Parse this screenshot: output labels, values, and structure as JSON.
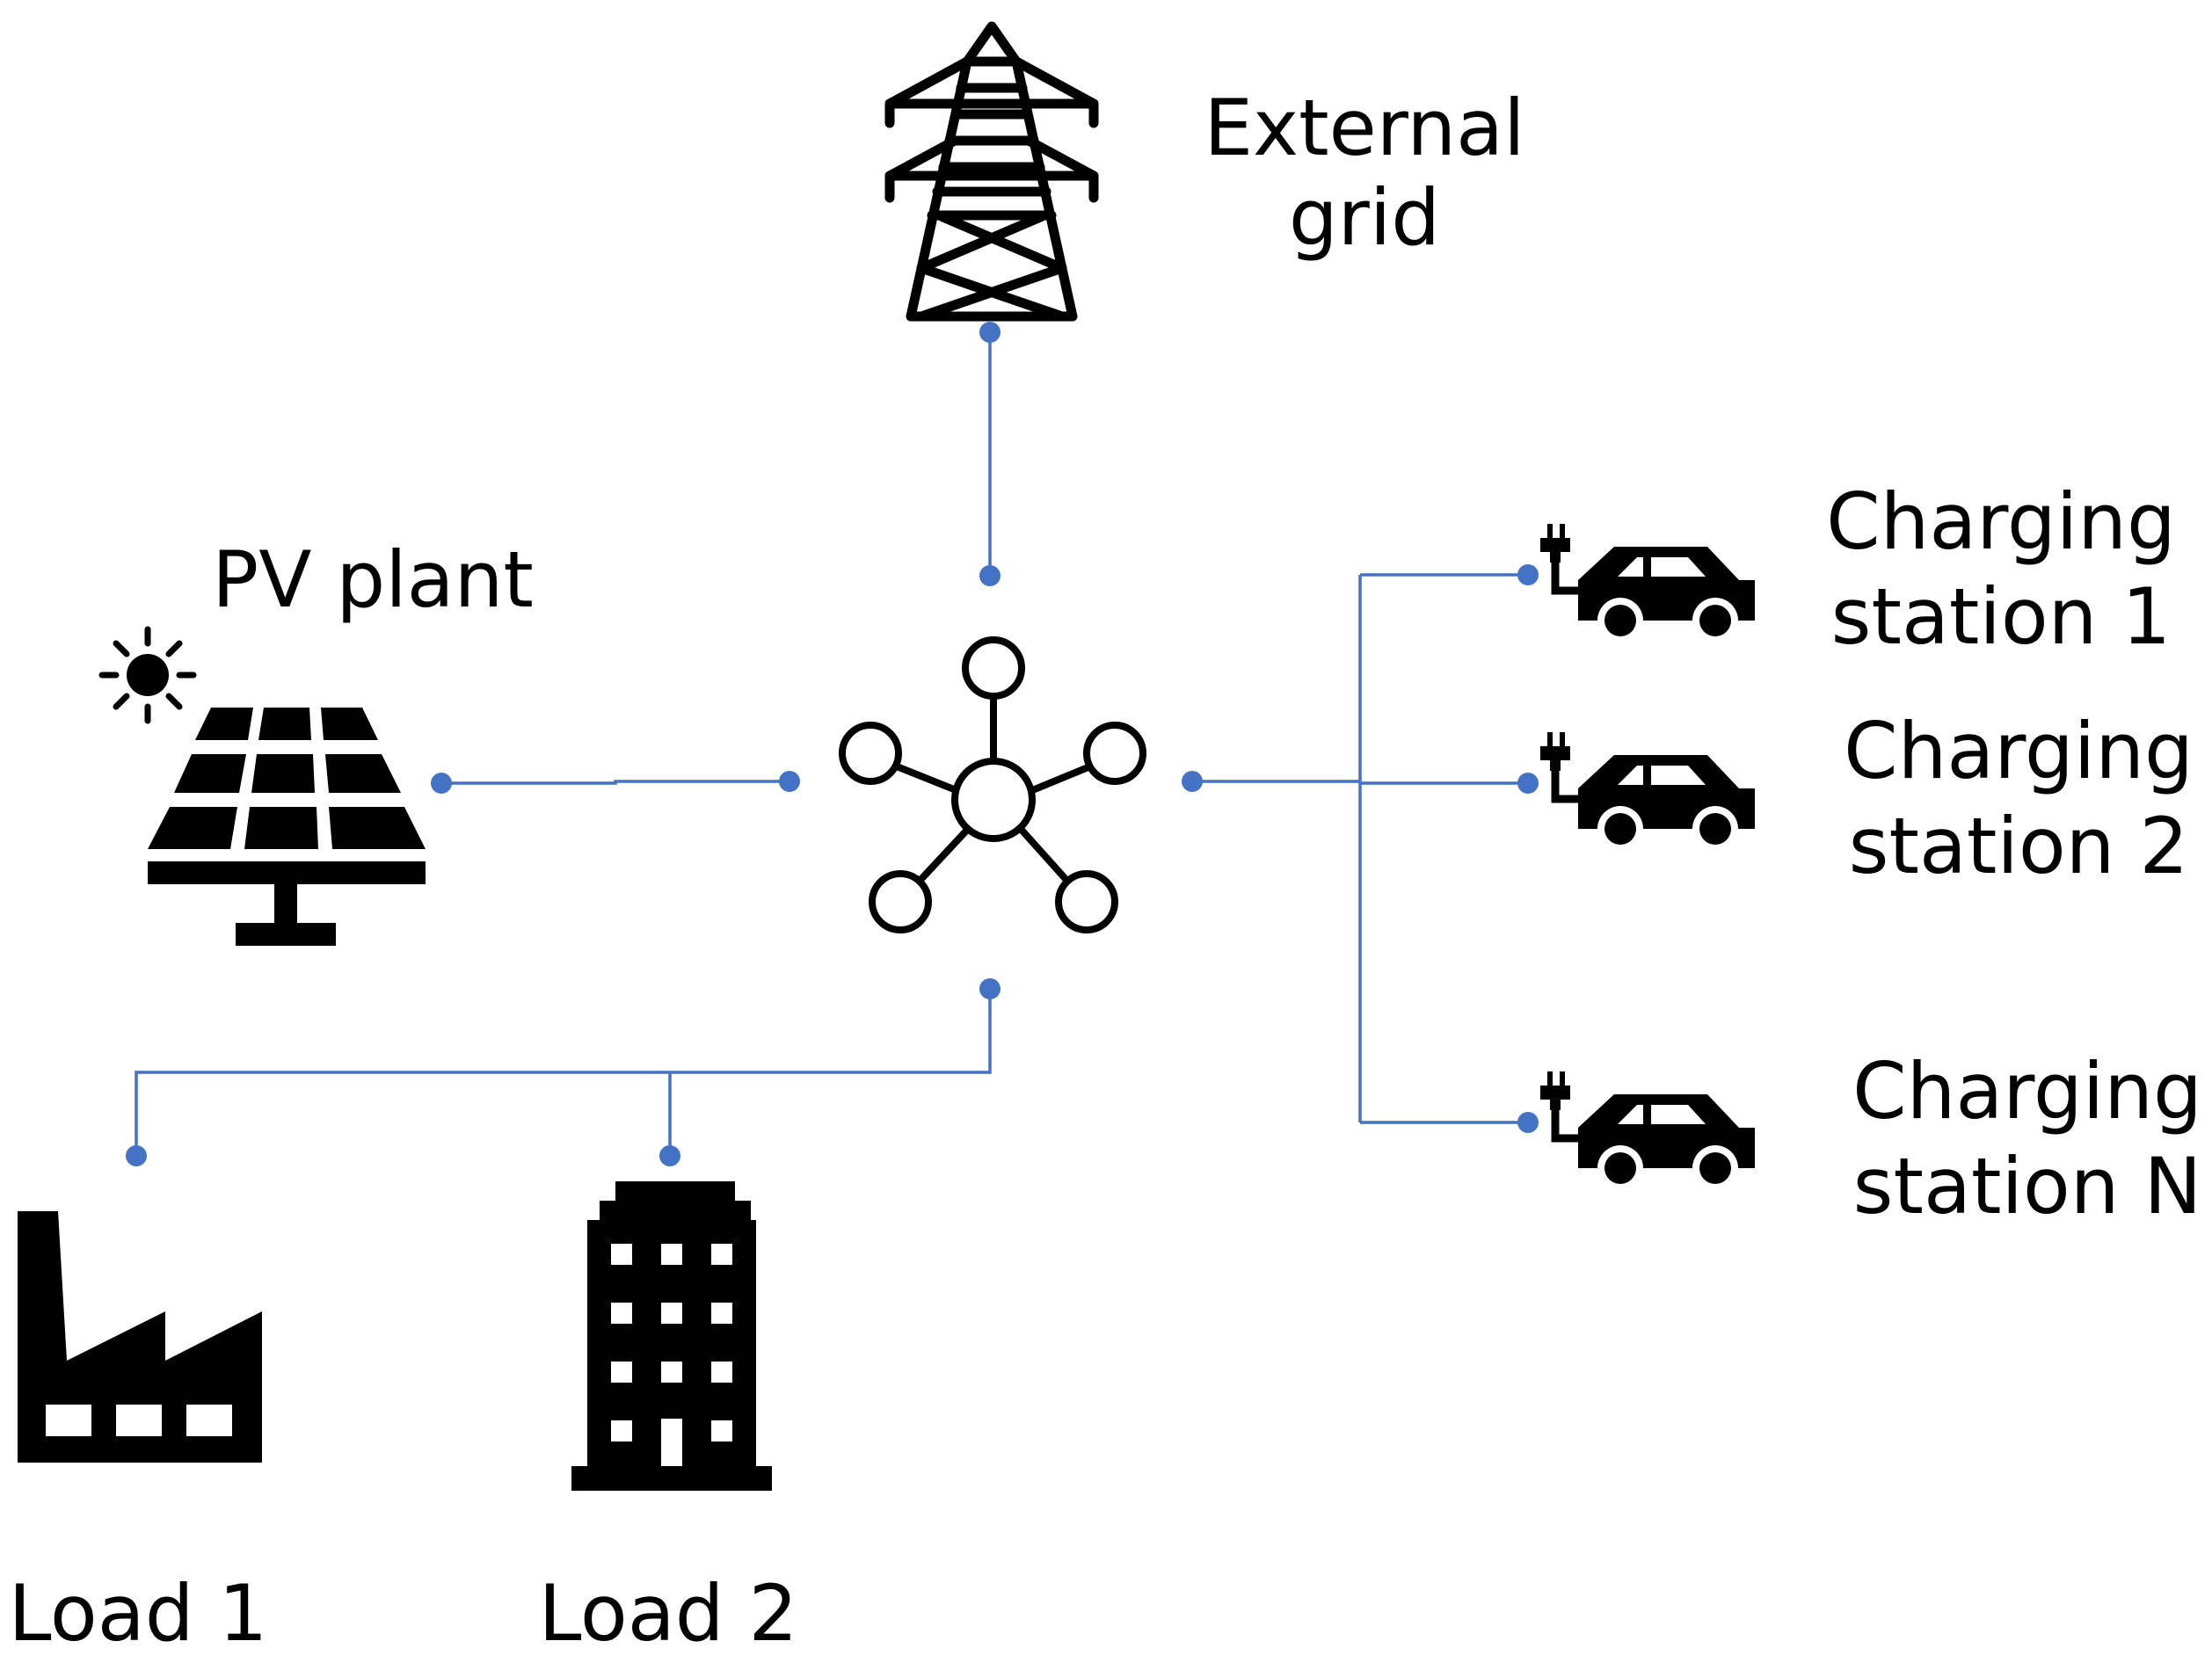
{
  "labels": {
    "external_grid": [
      "External",
      "grid"
    ],
    "pv_plant": "PV plant",
    "charging_station_1": [
      "Charging",
      "station 1"
    ],
    "charging_station_2": [
      "Charging",
      "station 2"
    ],
    "charging_station_n": [
      "Charging",
      "station N"
    ],
    "load_1": "Load 1",
    "load_2": "Load 2"
  },
  "icons": {
    "external_grid": "transmission-tower-icon",
    "pv_plant": "solar-panel-icon",
    "sun": "sun-icon",
    "hub": "network-hub-icon",
    "charging_station": "ev-charging-car-icon",
    "load_1": "factory-icon",
    "load_2": "office-building-icon"
  },
  "colors": {
    "wire": "#4472C4",
    "dot": "#4472C4",
    "icon": "#000000",
    "background": "#ffffff"
  }
}
